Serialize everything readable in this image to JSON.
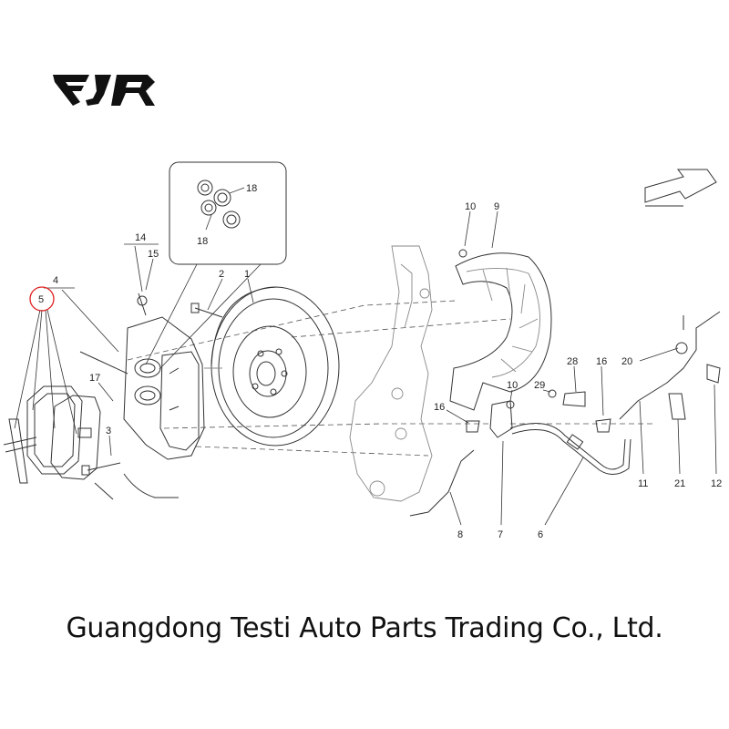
{
  "brand": {
    "logo_text": "FJR"
  },
  "callouts": {
    "c1": "1",
    "c2": "2",
    "c3": "3",
    "c4": "4",
    "c5": "5",
    "c6": "6",
    "c7": "7",
    "c8": "8",
    "c9": "9",
    "c10a": "10",
    "c10b": "10",
    "c11": "11",
    "c12": "12",
    "c14": "14",
    "c15": "15",
    "c16a": "16",
    "c16b": "16",
    "c17": "17",
    "c18a": "18",
    "c18b": "18",
    "c20": "20",
    "c21": "21",
    "c28": "28",
    "c29": "29"
  },
  "colors": {
    "line": "#333333",
    "highlight": "#e02020",
    "text": "#111111"
  },
  "footer": {
    "company": "Guangdong Testi Auto Parts Trading Co., Ltd."
  }
}
